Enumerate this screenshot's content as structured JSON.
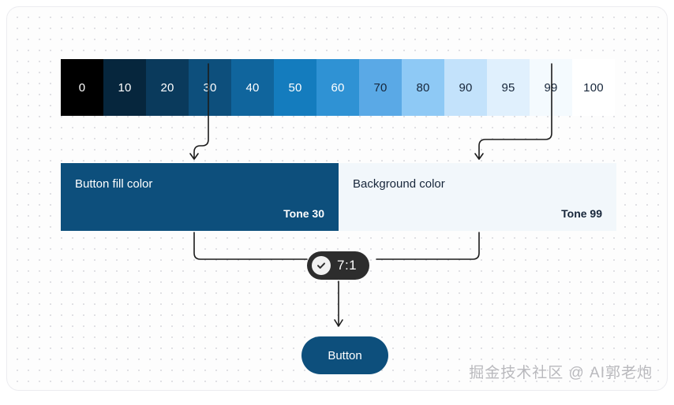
{
  "palette": {
    "name": "tonal-palette-ramp",
    "swatches": [
      {
        "tone": "0",
        "hex": "#000000",
        "label_color": "#ffffff"
      },
      {
        "tone": "10",
        "hex": "#06263d",
        "label_color": "#ffffff"
      },
      {
        "tone": "20",
        "hex": "#0a3a5c",
        "label_color": "#ffffff"
      },
      {
        "tone": "30",
        "hex": "#0d4f7c",
        "label_color": "#ffffff"
      },
      {
        "tone": "40",
        "hex": "#10659d",
        "label_color": "#ffffff"
      },
      {
        "tone": "50",
        "hex": "#147cbe",
        "label_color": "#ffffff"
      },
      {
        "tone": "60",
        "hex": "#2f92d4",
        "label_color": "#ffffff"
      },
      {
        "tone": "70",
        "hex": "#5aa9e6",
        "label_color": "#17263a"
      },
      {
        "tone": "80",
        "hex": "#8ec9f5",
        "label_color": "#17263a"
      },
      {
        "tone": "90",
        "hex": "#c3e2fb",
        "label_color": "#17263a"
      },
      {
        "tone": "95",
        "hex": "#e0f0fd",
        "label_color": "#17263a"
      },
      {
        "tone": "99",
        "hex": "#f4fafe",
        "label_color": "#17263a"
      },
      {
        "tone": "100",
        "hex": "#ffffff",
        "label_color": "#17263a"
      }
    ]
  },
  "roles": {
    "fill": {
      "title": "Button fill color",
      "tone_label": "Tone 30",
      "hex": "#0d4f7c"
    },
    "background": {
      "title": "Background color",
      "tone_label": "Tone 99",
      "hex": "#f2f7fb"
    }
  },
  "contrast": {
    "ratio": "7:1",
    "icon": "check-circle-icon",
    "badge_bg": "#2d2d2d"
  },
  "result": {
    "button_label": "Button"
  },
  "watermark": {
    "text": "掘金技术社区 @ AI郭老炮"
  }
}
